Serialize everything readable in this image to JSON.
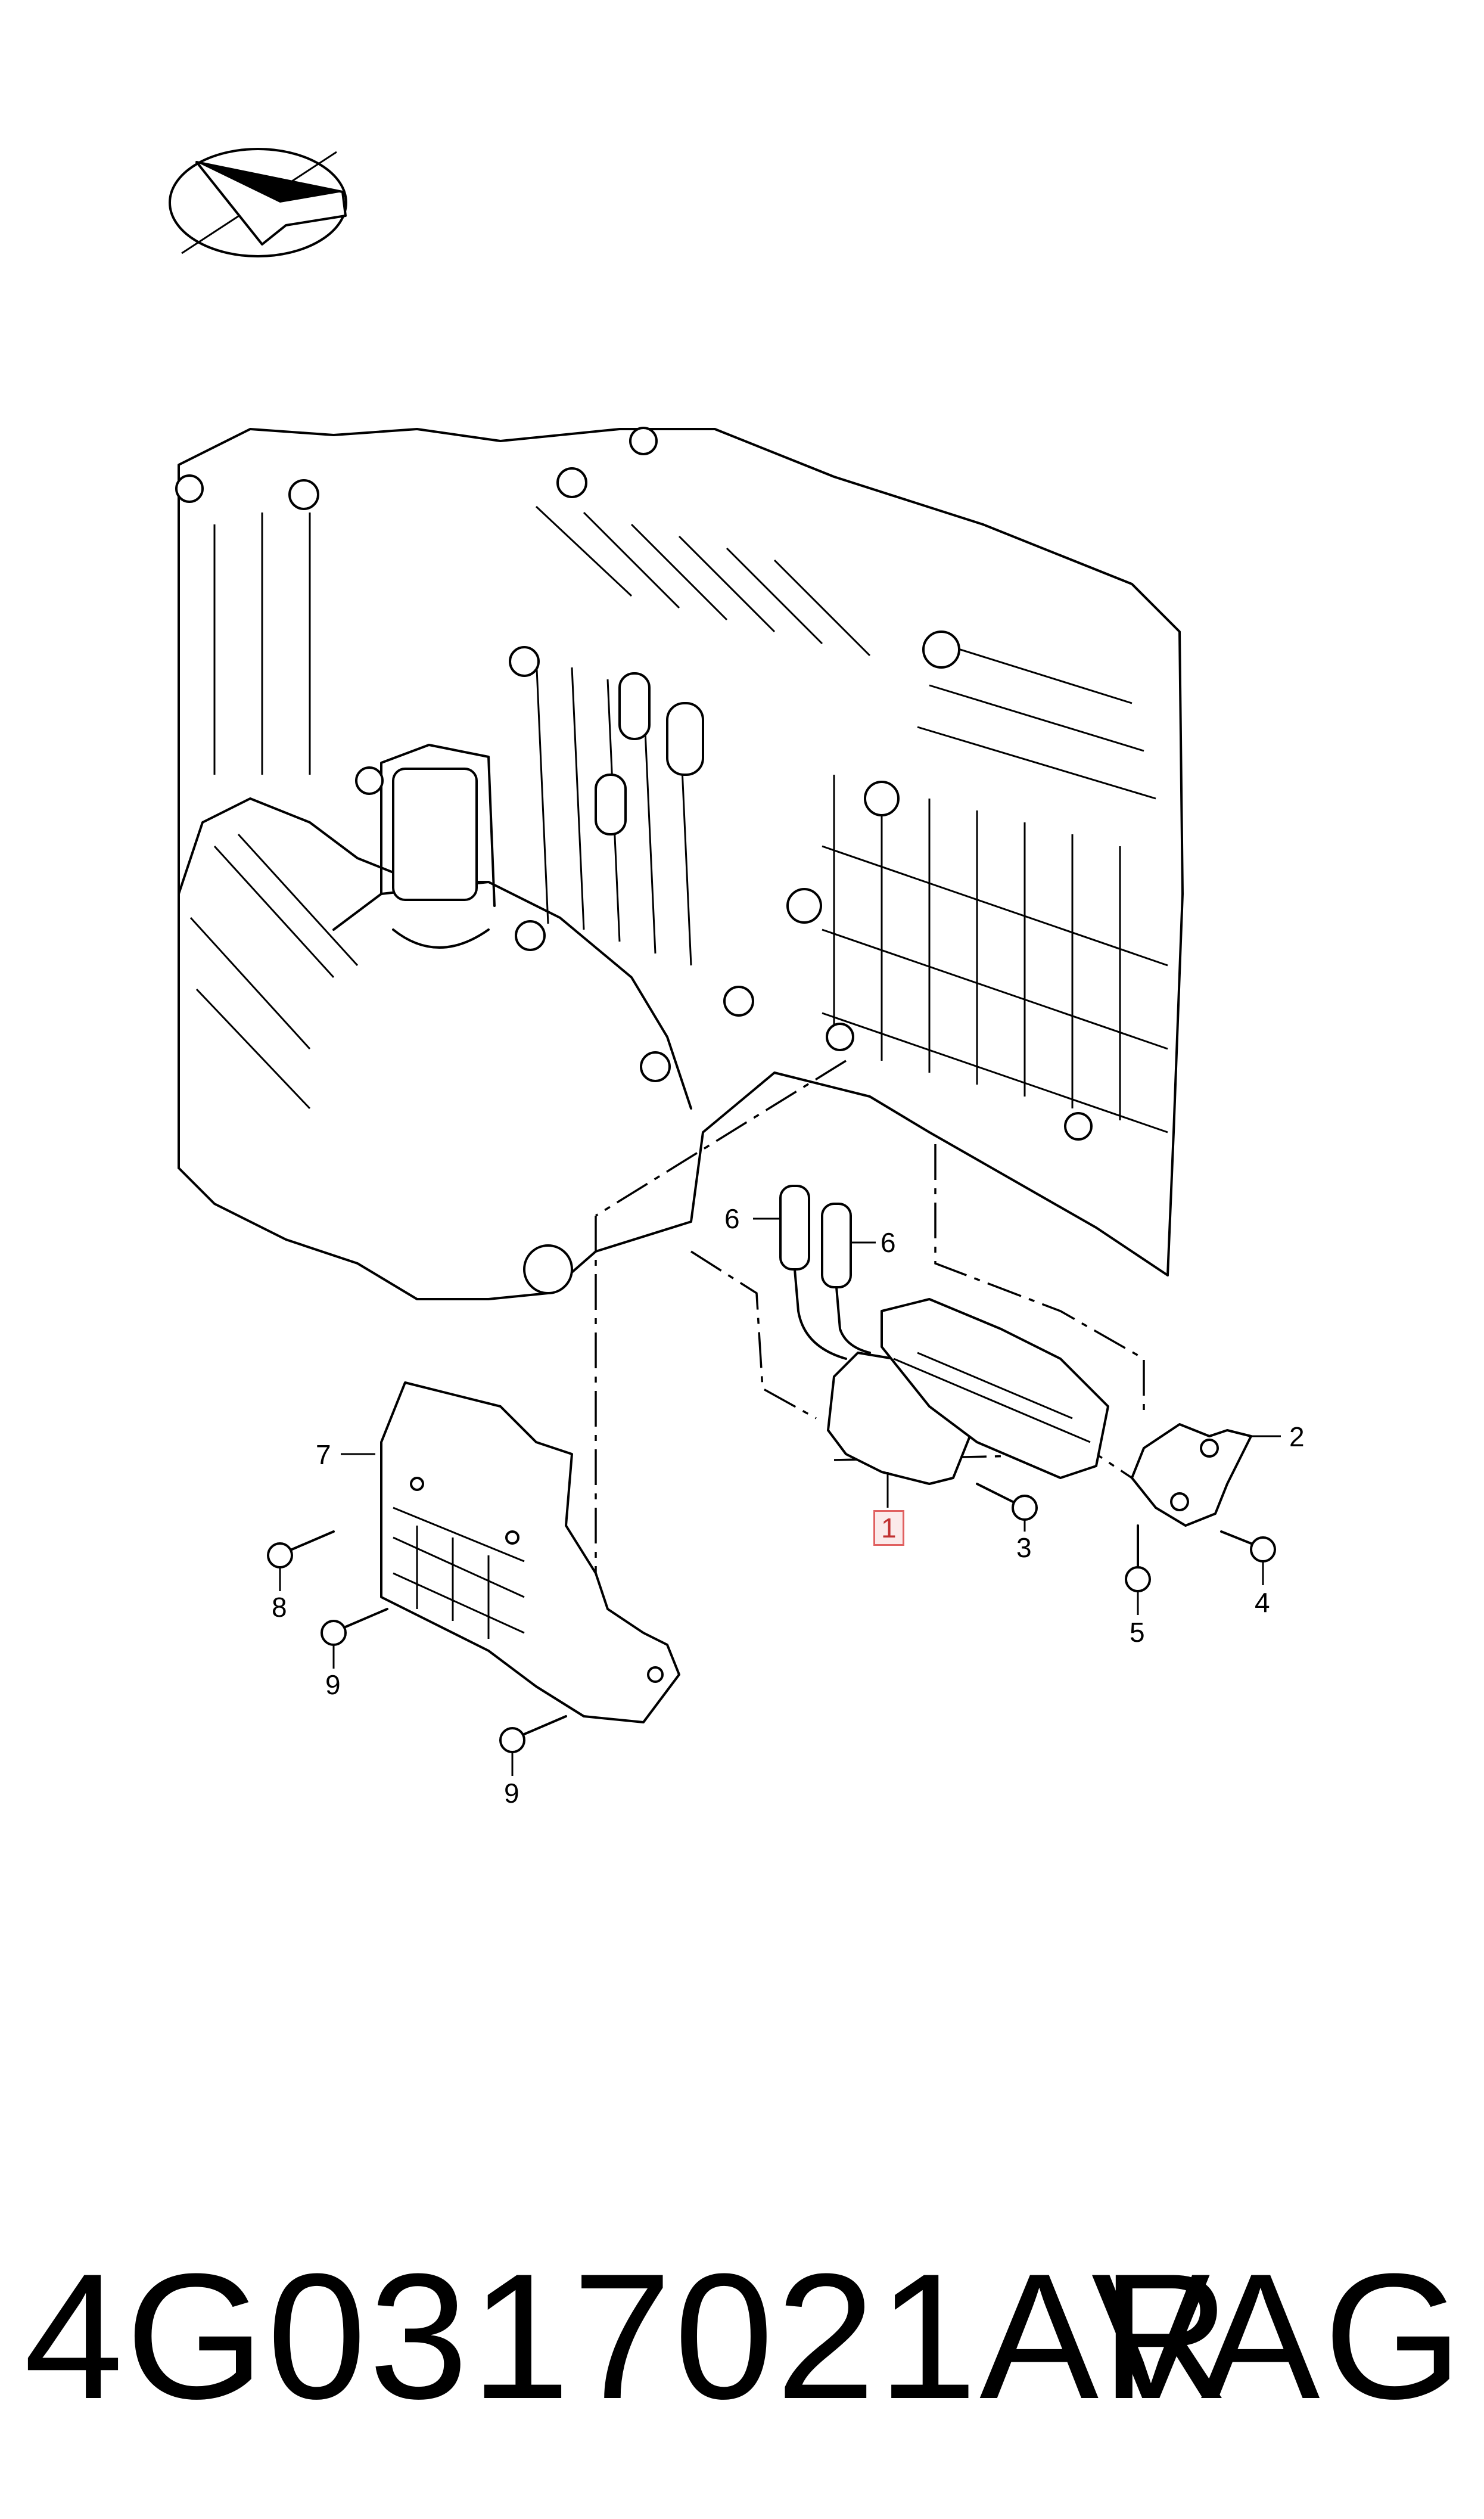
{
  "diagram": {
    "callouts": [
      {
        "id": "c1",
        "label": "1",
        "highlighted": true
      },
      {
        "id": "c2",
        "label": "2"
      },
      {
        "id": "c3",
        "label": "3"
      },
      {
        "id": "c4",
        "label": "4"
      },
      {
        "id": "c5",
        "label": "5"
      },
      {
        "id": "c6a",
        "label": "6"
      },
      {
        "id": "c6b",
        "label": "6"
      },
      {
        "id": "c7",
        "label": "7"
      },
      {
        "id": "c8",
        "label": "8"
      },
      {
        "id": "c9a",
        "label": "9"
      },
      {
        "id": "c9b",
        "label": "9"
      }
    ],
    "highlight_color": "#e06060"
  },
  "footer": {
    "part_number": "4G0317021AR",
    "brand": "VAG"
  }
}
